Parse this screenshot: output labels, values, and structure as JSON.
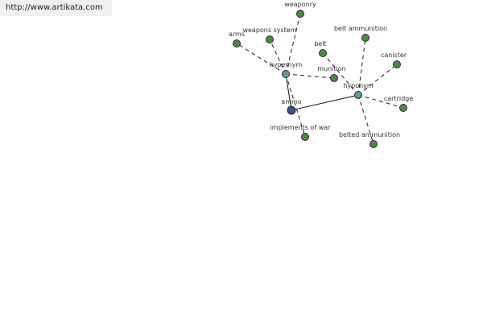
{
  "site_link": "http://www.artikata.com",
  "colors": {
    "term_node": "#3d4f8c",
    "relation_node": "#5a9aa3",
    "leaf_node": "#4c8a43",
    "node_stroke": "#2b2b2b",
    "solid_edge": "#111111",
    "dashed_edge": "#222222"
  },
  "graph": {
    "center": "ammo",
    "nodes": [
      {
        "id": "ammo",
        "label": "ammo",
        "kind": "term"
      },
      {
        "id": "hypernym",
        "label": "hypernym",
        "kind": "relation"
      },
      {
        "id": "hyponym",
        "label": "hyponym",
        "kind": "relation"
      },
      {
        "id": "weaponry",
        "label": "weaponry",
        "kind": "leaf"
      },
      {
        "id": "weapons_system",
        "label": "weapons system",
        "kind": "leaf"
      },
      {
        "id": "arms",
        "label": "arms",
        "kind": "leaf"
      },
      {
        "id": "implements_of_war",
        "label": "implements of war",
        "kind": "leaf"
      },
      {
        "id": "munition",
        "label": "munition",
        "kind": "leaf"
      },
      {
        "id": "belt",
        "label": "belt",
        "kind": "leaf"
      },
      {
        "id": "belt_ammunition",
        "label": "belt ammunition",
        "kind": "leaf"
      },
      {
        "id": "canister",
        "label": "canister",
        "kind": "leaf"
      },
      {
        "id": "cartridge",
        "label": "cartridge",
        "kind": "leaf"
      },
      {
        "id": "belted_ammunition",
        "label": "belted ammunition",
        "kind": "leaf"
      }
    ],
    "edges": [
      {
        "from": "ammo",
        "to": "hypernym",
        "style": "solid"
      },
      {
        "from": "ammo",
        "to": "hyponym",
        "style": "solid"
      },
      {
        "from": "hypernym",
        "to": "weaponry",
        "style": "dashed"
      },
      {
        "from": "hypernym",
        "to": "weapons_system",
        "style": "dashed"
      },
      {
        "from": "hypernym",
        "to": "arms",
        "style": "dashed"
      },
      {
        "from": "hypernym",
        "to": "implements_of_war",
        "style": "dashed"
      },
      {
        "from": "hypernym",
        "to": "munition",
        "style": "dashed"
      },
      {
        "from": "hyponym",
        "to": "belt",
        "style": "dashed"
      },
      {
        "from": "hyponym",
        "to": "belt_ammunition",
        "style": "dashed"
      },
      {
        "from": "hyponym",
        "to": "canister",
        "style": "dashed"
      },
      {
        "from": "hyponym",
        "to": "cartridge",
        "style": "dashed"
      },
      {
        "from": "hyponym",
        "to": "belted_ammunition",
        "style": "dashed"
      }
    ]
  }
}
